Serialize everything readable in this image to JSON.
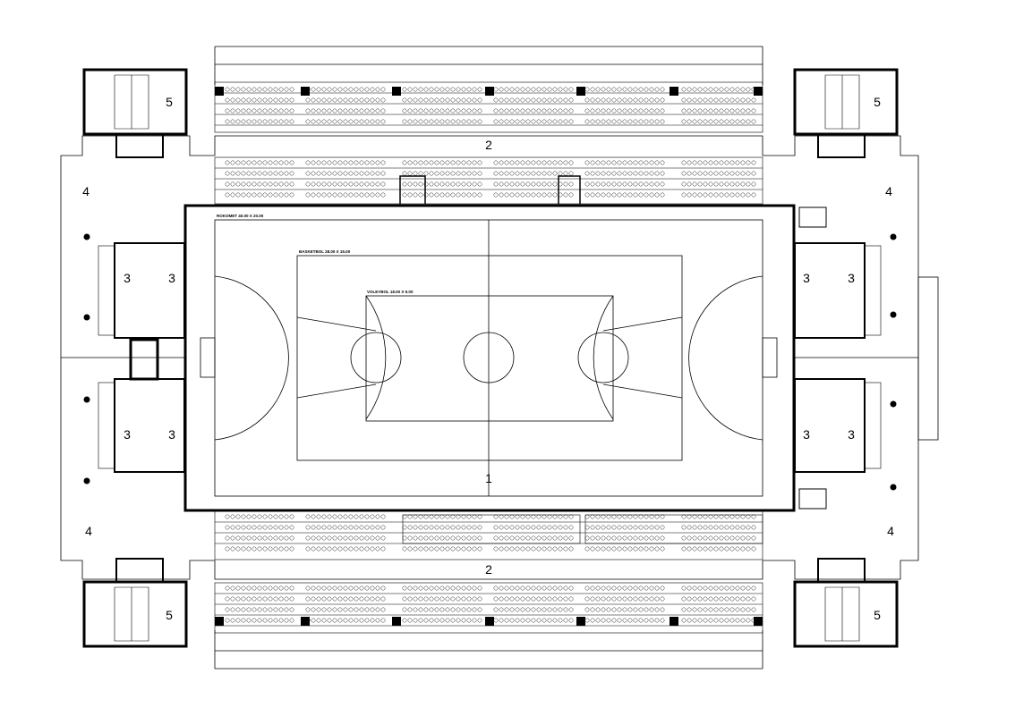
{
  "court": {
    "main_label": "ROKOMET 40.00 X 20.00",
    "basket_label": "BASKETBOL 28.00 X 15.00",
    "volley_label": "VOLEYBOL 18.00 X 9.00"
  },
  "zones": {
    "arena": "1",
    "stands": "2",
    "locker_rooms": "3",
    "foyer": "4",
    "stairs": "5"
  }
}
